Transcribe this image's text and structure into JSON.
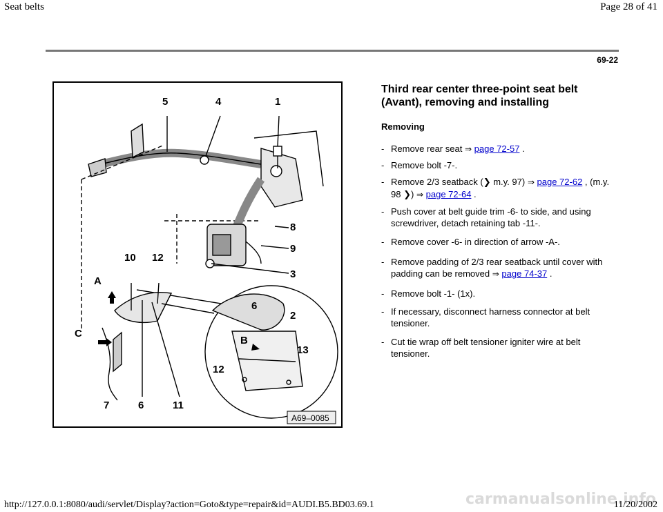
{
  "header": {
    "left": "Seat belts",
    "right": "Page 28 of 41"
  },
  "page_number": "69-22",
  "figure": {
    "code": "A69–0085",
    "labels": {
      "n5": "5",
      "n4": "4",
      "n1": "1",
      "n8": "8",
      "n9": "9",
      "n3": "3",
      "n2": "2",
      "n10": "10",
      "n12a": "12",
      "nA": "A",
      "nC": "C",
      "n6a": "6",
      "nB": "B",
      "n13": "13",
      "n12b": "12",
      "n7": "7",
      "n6b": "6",
      "n11": "11"
    }
  },
  "title": "Third rear center three-point seat belt (Avant), removing and installing",
  "subheading": "Removing",
  "steps": {
    "s1": {
      "text": "Remove rear seat",
      "link": "page 72-57",
      "after": " ."
    },
    "s2": {
      "text": "Remove bolt -7-."
    },
    "s3": {
      "text_a": "Remove 2/3 seatback (",
      "text_b": " m.y. 97)",
      "link1": "page 72-62",
      "text_c": " , (m.y. 98 ",
      "text_d": ")",
      "link2": "page 72-64",
      "after": " ."
    },
    "s4": {
      "text": "Push cover at belt guide trim -6- to side, and using screwdriver, detach retaining tab -11-."
    },
    "s5": {
      "text": "Remove cover -6- in direction of arrow -A-."
    },
    "s6": {
      "text": "Remove padding of 2/3 rear seatback until cover with padding can be removed",
      "link": "page 74-37",
      "after": " ."
    },
    "s7": {
      "text": "Remove bolt -1- (1x)."
    },
    "s8": {
      "text": "If necessary, disconnect harness connector at belt tensioner."
    },
    "s9": {
      "text": "Cut tie wrap off belt tensioner igniter wire at belt tensioner."
    }
  },
  "symbols": {
    "dash": "-",
    "arrow": "⇒",
    "chevron": "❯"
  },
  "footer": {
    "url": "http://127.0.0.1:8080/audi/servlet/Display?action=Goto&type=repair&id=AUDI.B5.BD03.69.1",
    "date": "11/20/2002",
    "watermark": "carmanualsonline.info"
  }
}
